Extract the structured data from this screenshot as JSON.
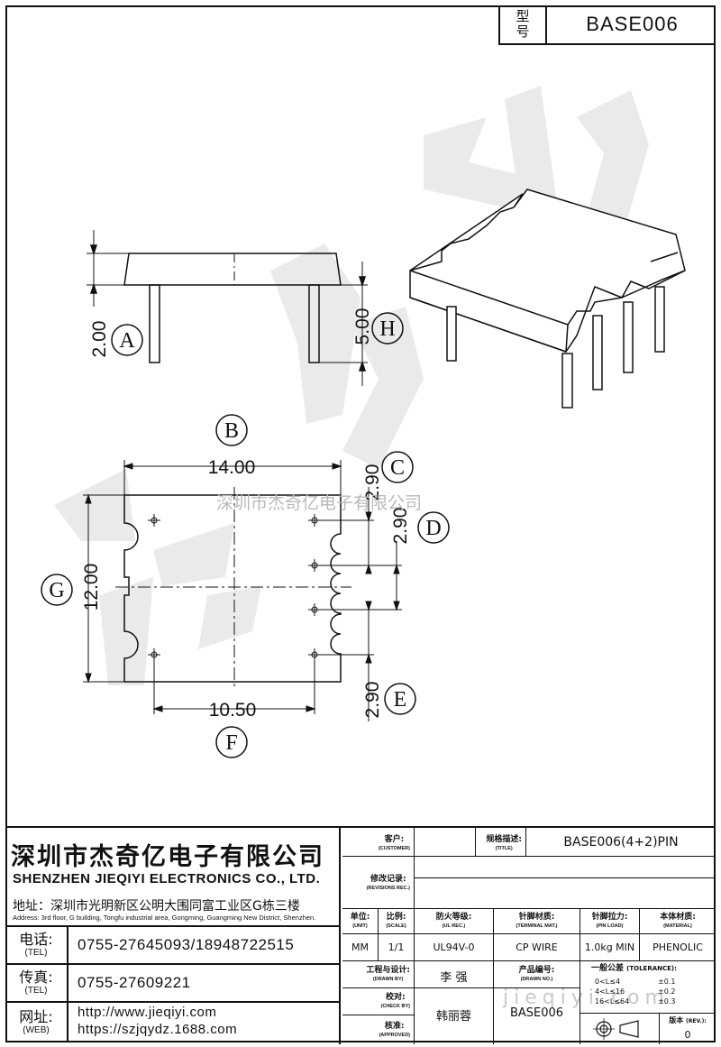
{
  "header": {
    "model_label_1": "型",
    "model_label_2": "号",
    "model_value": "BASE006"
  },
  "dimensions": {
    "A": {
      "letter": "A",
      "value": "2.00"
    },
    "H": {
      "letter": "H",
      "value": "5.00"
    },
    "B": {
      "letter": "B",
      "value": "14.00"
    },
    "C": {
      "letter": "C",
      "value": "2.90"
    },
    "D": {
      "letter": "D",
      "value": "2.90"
    },
    "E": {
      "letter": "E",
      "value": "2.90"
    },
    "F": {
      "letter": "F",
      "value": "10.50"
    },
    "G": {
      "letter": "G",
      "value": "12.00"
    }
  },
  "watermark": {
    "text": "深圳市杰奇亿电子有限公司",
    "url": "jieqiyi.com"
  },
  "company": {
    "name_cn": "深圳市杰奇亿电子有限公司",
    "name_en": "SHENZHEN JIEQIYI ELECTRONICS CO., LTD.",
    "address_cn": "地址：深圳市光明新区公明大围同富工业区G栋三楼",
    "address_en": "Address: 3rd floor, G building, Tongfu industrial area, Gongming, Guangming New District, Shenzhen.",
    "tel_label_cn": "电话:",
    "tel_label_en": "(TEL)",
    "tel_value": "0755-27645093/18948722515",
    "fax_label_cn": "传真:",
    "fax_label_en": "(TEL)",
    "fax_value": "0755-27609221",
    "web_label_cn": "网址:",
    "web_label_en": "(WEB)",
    "web_value_1": "http://www.jieqiyi.com",
    "web_value_2": "https://szjqydz.1688.com"
  },
  "table": {
    "customer_cn": "客户:",
    "customer_en": "(CUSTOMER)",
    "title_cn": "规格描述:",
    "title_en": "(TITLE)",
    "title_value": "BASE006(4+2)PIN",
    "revisions_cn": "修改记录:",
    "revisions_en": "(REVISIONS REC.)",
    "unit_cn": "单位:",
    "unit_en": "(UNIT)",
    "unit_value": "MM",
    "scale_cn": "比例:",
    "scale_en": "(SCALE)",
    "scale_value": "1/1",
    "ul_cn": "防火等级:",
    "ul_en": "(UL REC.)",
    "ul_value": "UL94V-0",
    "terminal_cn": "针脚材质:",
    "terminal_en": "(TERMINAL MAT.)",
    "terminal_value": "CP WIRE",
    "pinload_cn": "针脚拉力:",
    "pinload_en": "(PIN LOAD)",
    "pinload_value": "1.0kg MIN",
    "material_cn": "本体材质:",
    "material_en": "(MATERIAL)",
    "material_value": "PHENOLIC",
    "drawn_cn": "工程与设计:",
    "drawn_en": "(DRAWN BY)",
    "drawn_value": "李  强",
    "drawing_no_cn": "产品编号:",
    "drawing_no_en": "(DRAWN NO.)",
    "drawing_no_value": "BASE006",
    "check_cn": "校对:",
    "check_en": "(CHECK BY)",
    "check_value": "韩丽蓉",
    "approved_cn": "核准:",
    "approved_en": "(APPROVED)",
    "tolerance_cn": "一般公差",
    "tolerance_en": "(TOLERANCE):",
    "tol_rows": [
      {
        "range": "0<L≤4",
        "value": "±0.1"
      },
      {
        "range": "4<L≤16",
        "value": "±0.2"
      },
      {
        "range": "16<L≤64",
        "value": "±0.3"
      }
    ],
    "rev_cn": "版本",
    "rev_en": "(REV.):",
    "rev_value": "0"
  }
}
